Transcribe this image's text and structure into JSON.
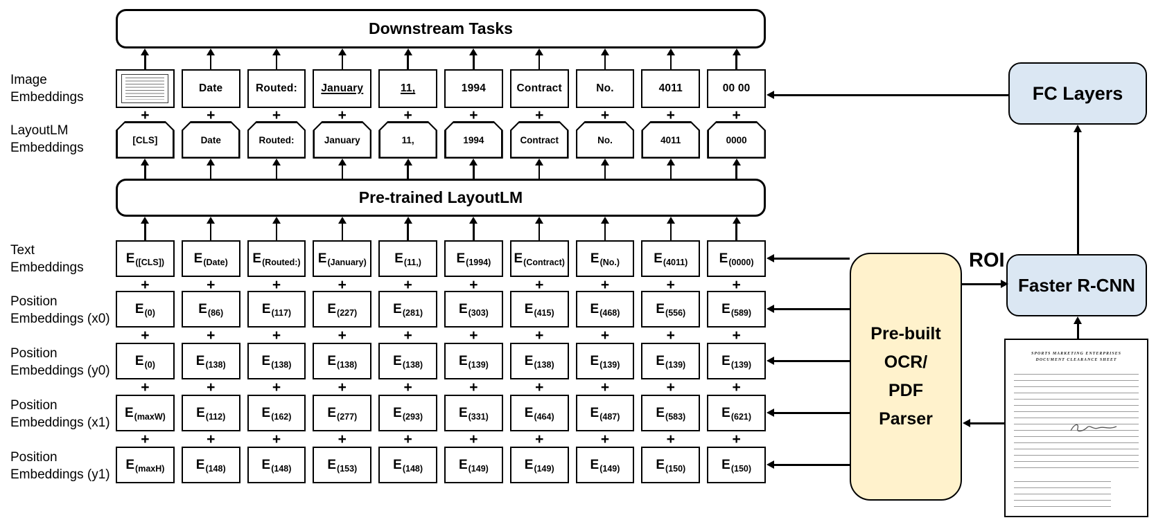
{
  "boxes": {
    "downstream_tasks": "Downstream Tasks",
    "pretrained_layoutlm": "Pre-trained LayoutLM",
    "fc_layers": "FC Layers",
    "faster_rcnn": "Faster R-CNN",
    "parser": "Pre-built\nOCR/\nPDF\nParser",
    "roi": "ROI"
  },
  "symbols": {
    "plus": "+"
  },
  "left_labels": {
    "image": "Image\nEmbeddings",
    "layoutlm": "LayoutLM\nEmbeddings",
    "text": "Text\nEmbeddings",
    "x0": "Position\nEmbeddings (x0)",
    "y0": "Position\nEmbeddings (y0)",
    "x1": "Position\nEmbeddings (x1)",
    "y1": "Position\nEmbeddings (y1)"
  },
  "grid": {
    "image_row": {
      "cells": [
        {
          "thumbnail": true,
          "text": ""
        },
        {
          "text": "Date"
        },
        {
          "text": "Routed:"
        },
        {
          "text": "January",
          "underline": true
        },
        {
          "text": "11,",
          "underline": true
        },
        {
          "text": "1994"
        },
        {
          "text": "Contract"
        },
        {
          "text": "No."
        },
        {
          "text": "4011"
        },
        {
          "text": "00 00"
        }
      ]
    },
    "layoutlm_row": {
      "cells": [
        "[CLS]",
        "Date",
        "Routed:",
        "January",
        "11,",
        "1994",
        "Contract",
        "No.",
        "4011",
        "0000"
      ]
    },
    "text_row": {
      "base": "E",
      "subs": [
        "([CLS])",
        "(Date)",
        "(Routed:)",
        "(January)",
        "(11,)",
        "(1994)",
        "(Contract)",
        "(No.)",
        "(4011)",
        "(0000)"
      ]
    },
    "x0_row": {
      "base": "E",
      "subs": [
        "(0)",
        "(86)",
        "(117)",
        "(227)",
        "(281)",
        "(303)",
        "(415)",
        "(468)",
        "(556)",
        "(589)"
      ]
    },
    "y0_row": {
      "base": "E",
      "subs": [
        "(0)",
        "(138)",
        "(138)",
        "(138)",
        "(138)",
        "(139)",
        "(138)",
        "(139)",
        "(139)",
        "(139)"
      ]
    },
    "x1_row": {
      "base": "E",
      "subs": [
        "(maxW)",
        "(112)",
        "(162)",
        "(277)",
        "(293)",
        "(331)",
        "(464)",
        "(487)",
        "(583)",
        "(621)"
      ]
    },
    "y1_row": {
      "base": "E",
      "subs": [
        "(maxH)",
        "(148)",
        "(148)",
        "(153)",
        "(148)",
        "(149)",
        "(149)",
        "(149)",
        "(150)",
        "(150)"
      ]
    }
  },
  "document": {
    "title_line1": "SPORTS MARKETING ENTERPRISES",
    "title_line2": "DOCUMENT CLEARANCE SHEET"
  },
  "colors": {
    "panel_blue": "#dbe7f3",
    "panel_tan": "#fff2cc",
    "line": "#000000"
  }
}
